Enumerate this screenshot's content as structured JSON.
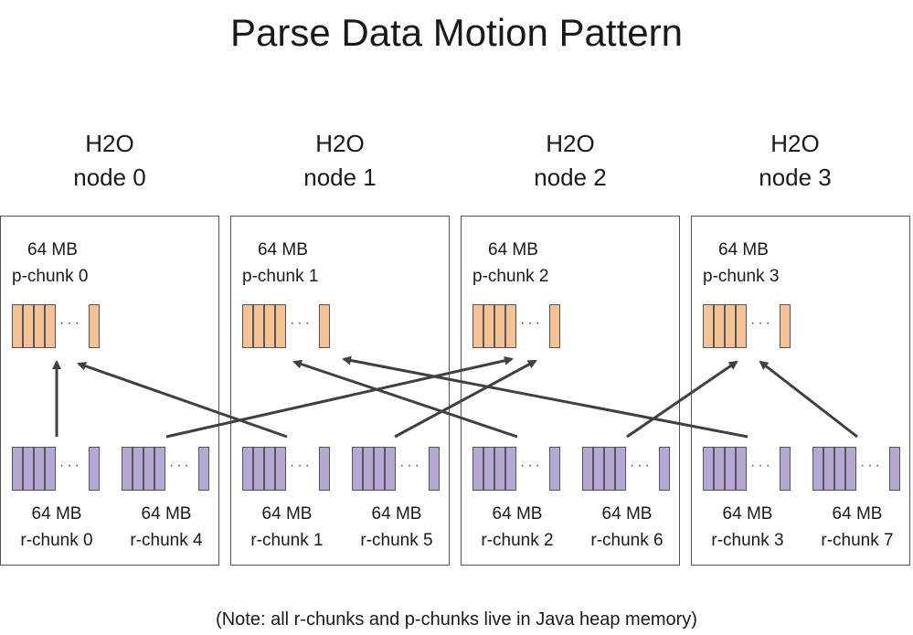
{
  "title": "Parse Data Motion Pattern",
  "note": "(Note:  all r-chunks and p-chunks live in Java heap memory)",
  "nodes": [
    {
      "line1": "H2O",
      "line2": "node 0",
      "p_chunk": {
        "size": "64 MB",
        "name": "p-chunk 0"
      },
      "r_chunks": [
        {
          "size": "64 MB",
          "name": "r-chunk 0"
        },
        {
          "size": "64 MB",
          "name": "r-chunk 4"
        }
      ]
    },
    {
      "line1": "H2O",
      "line2": "node 1",
      "p_chunk": {
        "size": "64 MB",
        "name": "p-chunk 1"
      },
      "r_chunks": [
        {
          "size": "64 MB",
          "name": "r-chunk 1"
        },
        {
          "size": "64 MB",
          "name": "r-chunk 5"
        }
      ]
    },
    {
      "line1": "H2O",
      "line2": "node 2",
      "p_chunk": {
        "size": "64 MB",
        "name": "p-chunk 2"
      },
      "r_chunks": [
        {
          "size": "64 MB",
          "name": "r-chunk 2"
        },
        {
          "size": "64 MB",
          "name": "r-chunk 6"
        }
      ]
    },
    {
      "line1": "H2O",
      "line2": "node 3",
      "p_chunk": {
        "size": "64 MB",
        "name": "p-chunk 3"
      },
      "r_chunks": [
        {
          "size": "64 MB",
          "name": "r-chunk 3"
        },
        {
          "size": "64 MB",
          "name": "r-chunk 7"
        }
      ]
    }
  ],
  "colors": {
    "p_chunk_fill": "#f5c393",
    "r_chunk_fill": "#b4a7d6",
    "arrow": "#404040"
  }
}
